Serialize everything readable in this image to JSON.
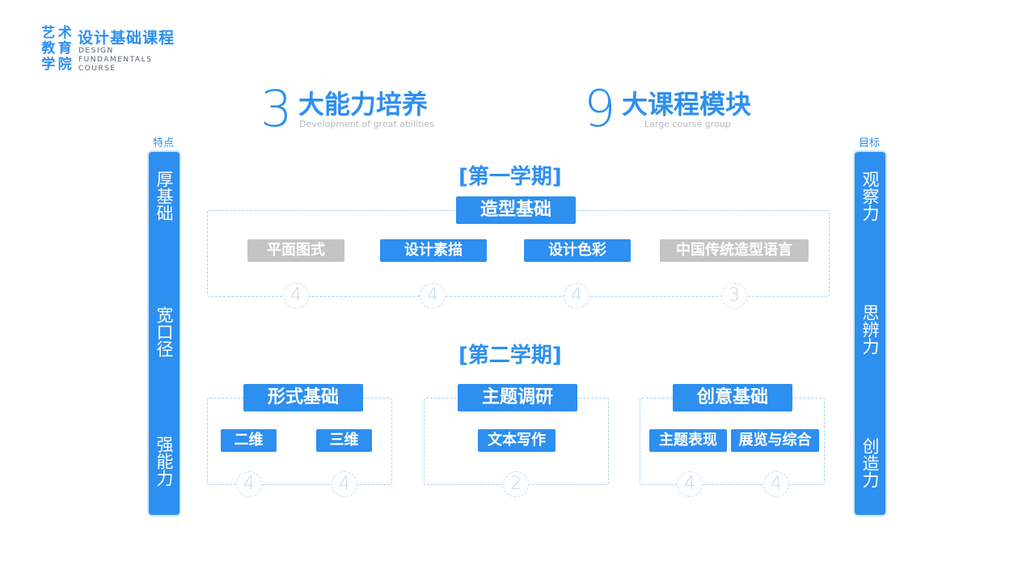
{
  "logo": {
    "mark_chars": [
      "艺",
      "术",
      "教",
      "育",
      "学",
      "院"
    ],
    "title": "设计基础课程",
    "en_lines": [
      "DESIGN",
      "FUNDAMENTALS",
      "COURSE"
    ]
  },
  "headline_left": {
    "number": "3",
    "title": "大能力培养",
    "subtitle": "Development of great abilities"
  },
  "headline_right": {
    "number": "9",
    "title": "大课程模块",
    "subtitle": "Large course group"
  },
  "left_bar": {
    "label": "特点",
    "items": [
      "厚基础",
      "宽口径",
      "强能力"
    ]
  },
  "right_bar": {
    "label": "目标",
    "items": [
      "观察力",
      "思辨力",
      "创造力"
    ]
  },
  "semester1": {
    "title": "[第一学期]",
    "group": {
      "title": "造型基础",
      "courses": [
        {
          "name": "平面图式",
          "credits": "4",
          "style": "gray"
        },
        {
          "name": "设计素描",
          "credits": "4",
          "style": "blue"
        },
        {
          "name": "设计色彩",
          "credits": "4",
          "style": "blue"
        },
        {
          "name": "中国传统造型语言",
          "credits": "3",
          "style": "gray"
        }
      ]
    }
  },
  "semester2": {
    "title": "[第二学期]",
    "groups": [
      {
        "title": "形式基础",
        "courses": [
          {
            "name": "二维",
            "credits": "4"
          },
          {
            "name": "三维",
            "credits": "4"
          }
        ]
      },
      {
        "title": "主题调研",
        "courses": [
          {
            "name": "文本写作",
            "credits": "2"
          }
        ]
      },
      {
        "title": "创意基础",
        "courses": [
          {
            "name": "主题表现",
            "credits": "4"
          },
          {
            "name": "展览与综合",
            "credits": "4"
          }
        ]
      }
    ]
  },
  "colors": {
    "accent": "#2d8ff0",
    "inactive": "#c4c4c4",
    "dashed": "#a9cff5"
  }
}
